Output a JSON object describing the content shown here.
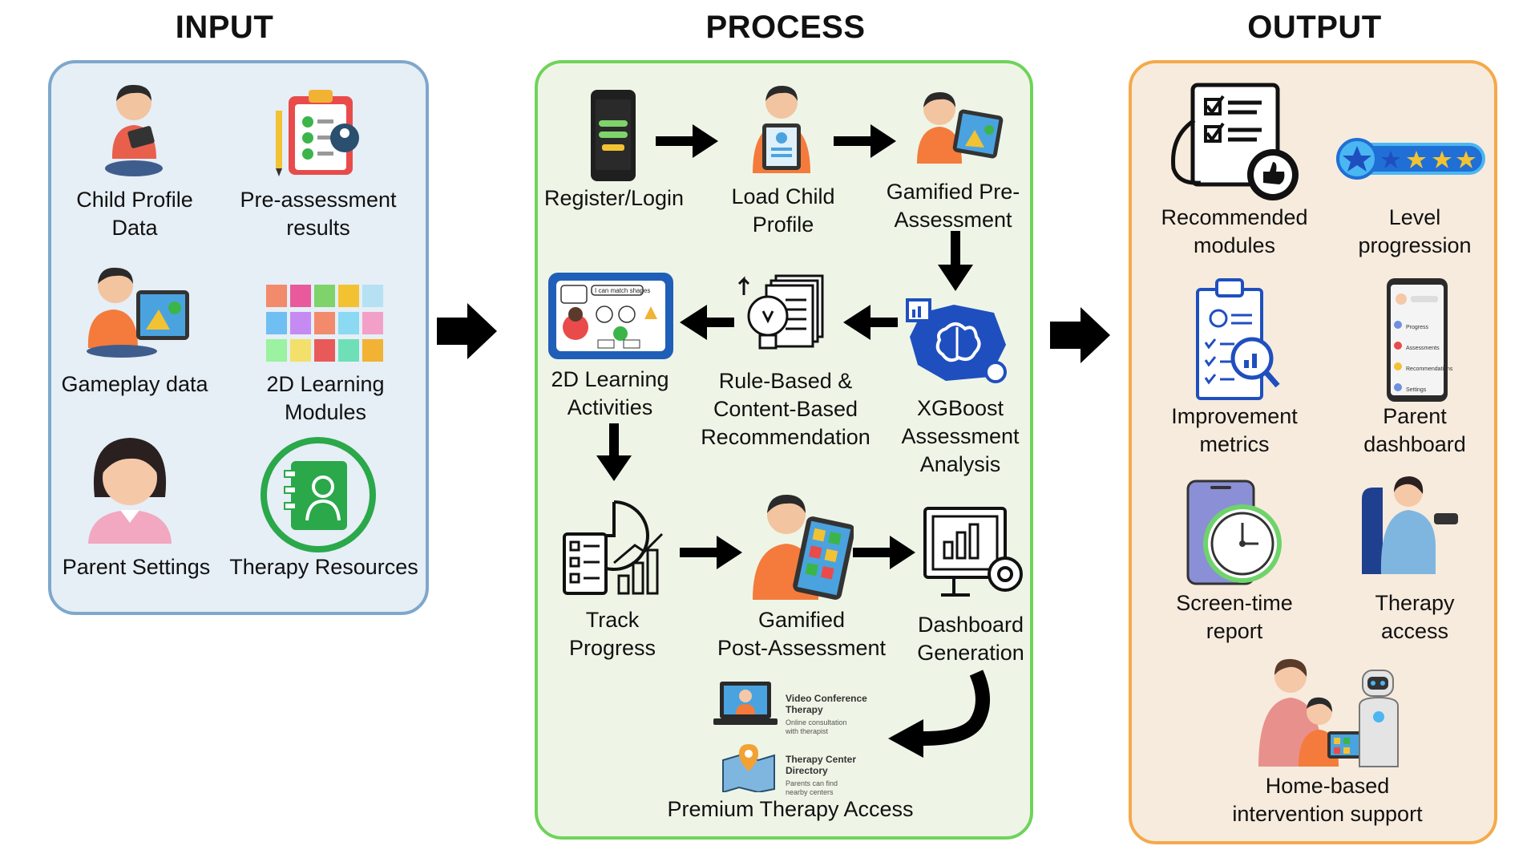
{
  "columns": {
    "input": "INPUT",
    "process": "PROCESS",
    "output": "OUTPUT"
  },
  "colors": {
    "input_bg": "#e6eef6",
    "input_border": "#7fa7cc",
    "process_bg": "#eef5e6",
    "process_border": "#6fd35a",
    "output_bg": "#f7ebdd",
    "output_border": "#f5a94a",
    "arrow": "#000000"
  },
  "input": {
    "child_profile": "Child Profile\nData",
    "pre_assessment": "Pre-assessment\nresults",
    "gameplay": "Gameplay data",
    "learning_modules": "2D Learning\nModules",
    "parent_settings": "Parent Settings",
    "therapy_resources": "Therapy Resources"
  },
  "process": {
    "register": "Register/Login",
    "load_profile": "Load Child\nProfile",
    "gamified_pre": "Gamified Pre-\nAssessment",
    "xgboost": "XGBoost\nAssessment\nAnalysis",
    "recommendation": "Rule-Based &\nContent-Based\nRecommendation",
    "learning_activities": "2D Learning\nActivities",
    "track_progress": "Track\nProgress",
    "gamified_post": "Gamified\nPost-Assessment",
    "dashboard_gen": "Dashboard\nGeneration",
    "premium": "Premium Therapy Access",
    "video_title": "Video Conference\nTherapy",
    "video_desc": "Online consultation\nwith therapist",
    "center_title": "Therapy Center\nDirectory",
    "center_desc": "Parents can find\nnearby centers",
    "tablet_card_text": "I can match shapes"
  },
  "output": {
    "recommended": "Recommended\nmodules",
    "level": "Level\nprogression",
    "improvement": "Improvement\nmetrics",
    "parent_dashboard": "Parent\ndashboard",
    "screen_time": "Screen-time\nreport",
    "therapy_access": "Therapy\naccess",
    "home_based": "Home-based\nintervention support",
    "phone_menu": [
      "Progress",
      "Assessments",
      "Recommendations",
      "Settings"
    ]
  }
}
